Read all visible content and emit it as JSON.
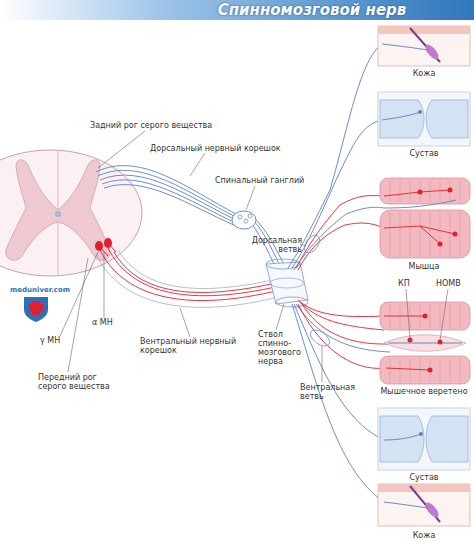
{
  "diagram": {
    "title": "Спинномозговой нерв",
    "nodes": [
      {
        "text": [
          "Кожа"
        ]
      },
      {
        "text": [
          "Сустав"
        ]
      },
      {
        "text": [
          "Мышца"
        ]
      },
      {
        "text": [
          "Мышечное веретено"
        ]
      },
      {
        "text": [
          "Сустав"
        ]
      },
      {
        "text": [
          "Кожа"
        ]
      }
    ],
    "labels": [
      "Задний рог серого вещества",
      "Дорсальный нервный корешок",
      "Спинальный ганглий",
      "Дорсальная ветвь",
      "КП",
      "НОМВ",
      "meduniver.com",
      "α МН",
      "γ МН",
      "Вентральный нервный корешок",
      "Ствол спинно-мозгового нерва",
      "Передний рог серого вещества",
      "Вентральная ветвь"
    ]
  }
}
